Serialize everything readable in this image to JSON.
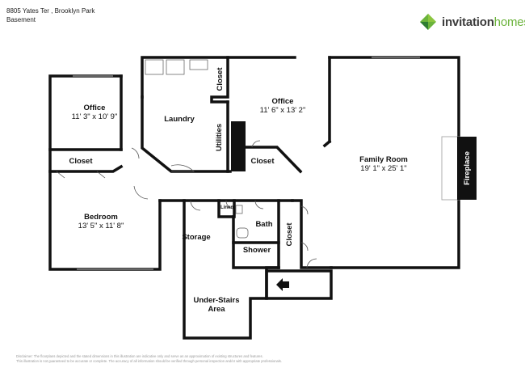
{
  "header": {
    "address": "8805 Yates Ter , Brooklyn Park",
    "level": "Basement"
  },
  "brand": {
    "name_bold": "invitation",
    "name_light": "homes",
    "colors": {
      "green": "#6bb33b",
      "dark_green": "#2f7d32",
      "gray": "#3b3b3b"
    }
  },
  "rooms": {
    "office_left": {
      "name": "Office",
      "dims": "11' 3\" x 10' 9\""
    },
    "office_center": {
      "name": "Office",
      "dims": "11' 6\" x 13' 2\""
    },
    "laundry": {
      "name": "Laundry"
    },
    "utilities": {
      "name": "Utilities"
    },
    "closet_top": {
      "name": "Closet"
    },
    "closet_center": {
      "name": "Closet"
    },
    "closet_left": {
      "name": "Closet"
    },
    "closet_bath": {
      "name": "Closet"
    },
    "family_room": {
      "name": "Family Room",
      "dims": "19' 1\" x 25' 1\""
    },
    "fireplace": {
      "name": "Fireplace"
    },
    "bedroom": {
      "name": "Bedroom",
      "dims": "13' 5\" x 11' 8\""
    },
    "storage": {
      "name": "Storage"
    },
    "linen": {
      "name": "Linen"
    },
    "bath": {
      "name": "Bath"
    },
    "shower": {
      "name": "Shower"
    },
    "under_stairs": {
      "name": "Under-Stairs",
      "name2": "Area"
    }
  },
  "disclaimer": {
    "line1": "Disclaimer: The floorplans depicted and the stated dimensions in this illustration are indicative only and serve as an approximation of existing structures and features.",
    "line2": "This illustration is not guaranteed to be accurate or complete. The accuracy of all information should be verified through personal inspection and/or with appropriate professionals."
  }
}
